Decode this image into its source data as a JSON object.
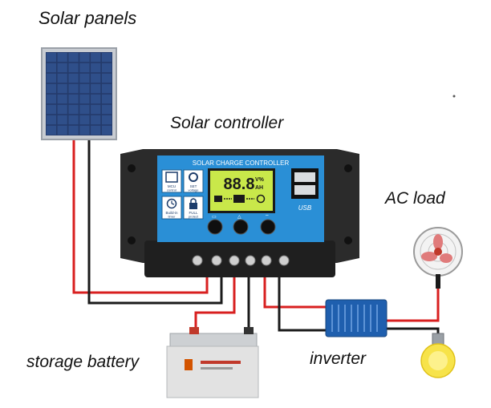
{
  "labels": {
    "solar_panels": "Solar panels",
    "solar_controller": "Solar controller",
    "ac_load": "AC load",
    "storage_battery": "storage battery",
    "inverter": "inverter"
  },
  "controller": {
    "title": "SOLAR CHARGE CONTROLLER",
    "lcd_value": "88.8",
    "lcd_unit_top": "V%",
    "lcd_unit_bottom": "AH",
    "usb_label": "USB",
    "buttons_info": [
      {
        "label_top": "MCU",
        "label_bottom": "control"
      },
      {
        "label_top": "SET",
        "label_bottom": "voltage"
      },
      {
        "label_top": "Build-in",
        "label_bottom": "timer"
      },
      {
        "label_top": "FULL",
        "label_bottom": "protect"
      }
    ]
  },
  "colors": {
    "wire_positive": "#d81f1f",
    "wire_negative": "#1a1a1a",
    "controller_body": "#2b2b2b",
    "controller_panel": "#2a8fd6",
    "lcd": "#c9e84a",
    "panel_cells": "#243b6b",
    "battery_body": "#e2e2e2",
    "inverter_body": "#1f5fae"
  }
}
